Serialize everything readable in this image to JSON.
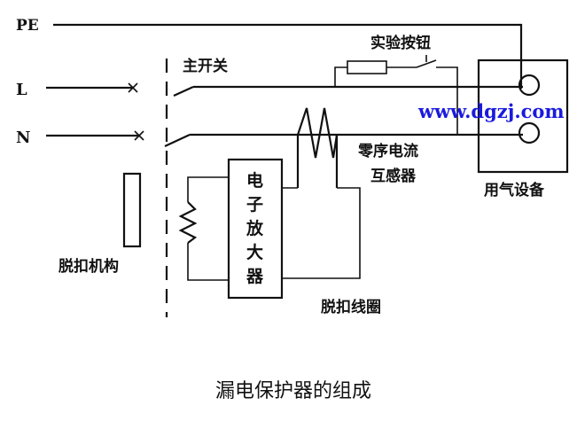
{
  "lines": {
    "pe": "PE",
    "live": "L",
    "neutral": "N"
  },
  "labels": {
    "main_switch": "主开关",
    "test_button": "实验按钮",
    "zero_sequence_ct": [
      "零序电流",
      "互感器"
    ],
    "equipment": "用气设备",
    "trip_mechanism": "脱扣机构",
    "amplifier": [
      "电",
      "子",
      "放",
      "大",
      "器"
    ],
    "trip_coil": "脱扣线圈"
  },
  "watermark": "www.dgzj.com",
  "caption": "漏电保护器的组成",
  "colors": {
    "line": "#111111",
    "watermark": "#1a1adf",
    "background": "#ffffff"
  }
}
